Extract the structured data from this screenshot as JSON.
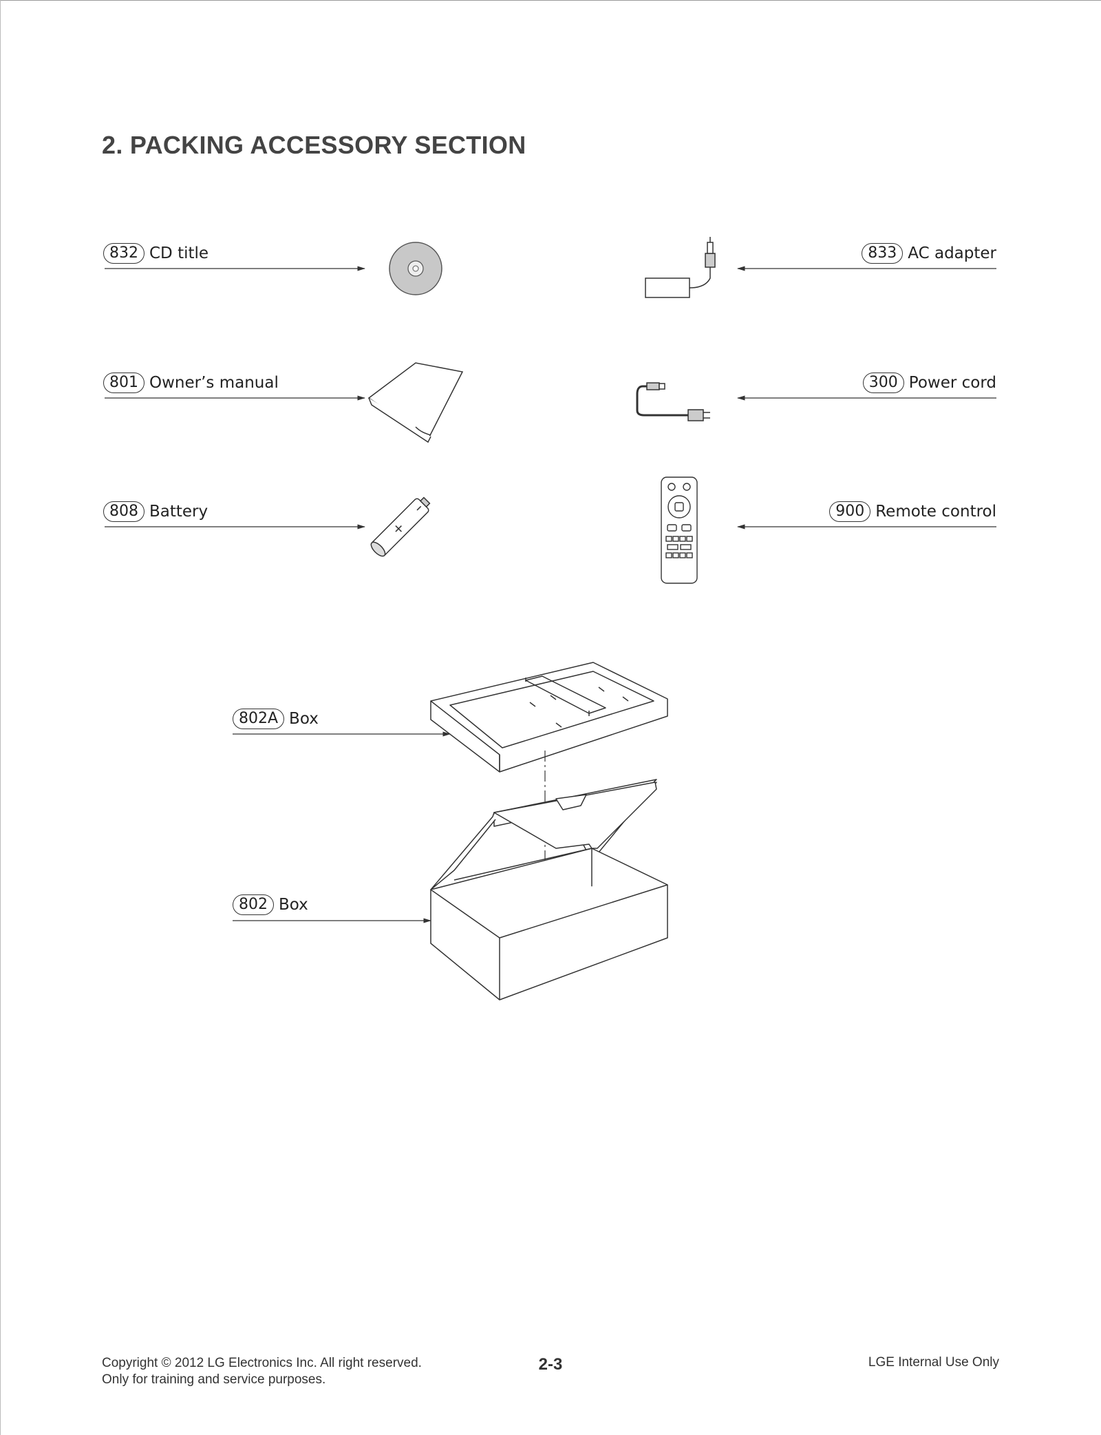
{
  "title": "2. PACKING ACCESSORY SECTION",
  "accessories": [
    {
      "id": "832",
      "label": "CD title",
      "icon": "cd-icon"
    },
    {
      "id": "833",
      "label": "AC adapter",
      "icon": "ac-adapter-icon"
    },
    {
      "id": "801",
      "label": "Owner’s manual",
      "icon": "manual-icon"
    },
    {
      "id": "300",
      "label": "Power cord",
      "icon": "power-cord-icon"
    },
    {
      "id": "808",
      "label": "Battery",
      "icon": "battery-icon"
    },
    {
      "id": "900",
      "label": "Remote control",
      "icon": "remote-control-icon"
    },
    {
      "id": "802A",
      "label": "Box",
      "icon": "box-tray-icon"
    },
    {
      "id": "802",
      "label": "Box",
      "icon": "box-icon"
    }
  ],
  "footer": {
    "copyright": "Copyright © 2012 LG Electronics Inc. All right reserved.",
    "note": "Only for training and service purposes.",
    "page": "2-3",
    "internal": "LGE Internal Use Only"
  }
}
